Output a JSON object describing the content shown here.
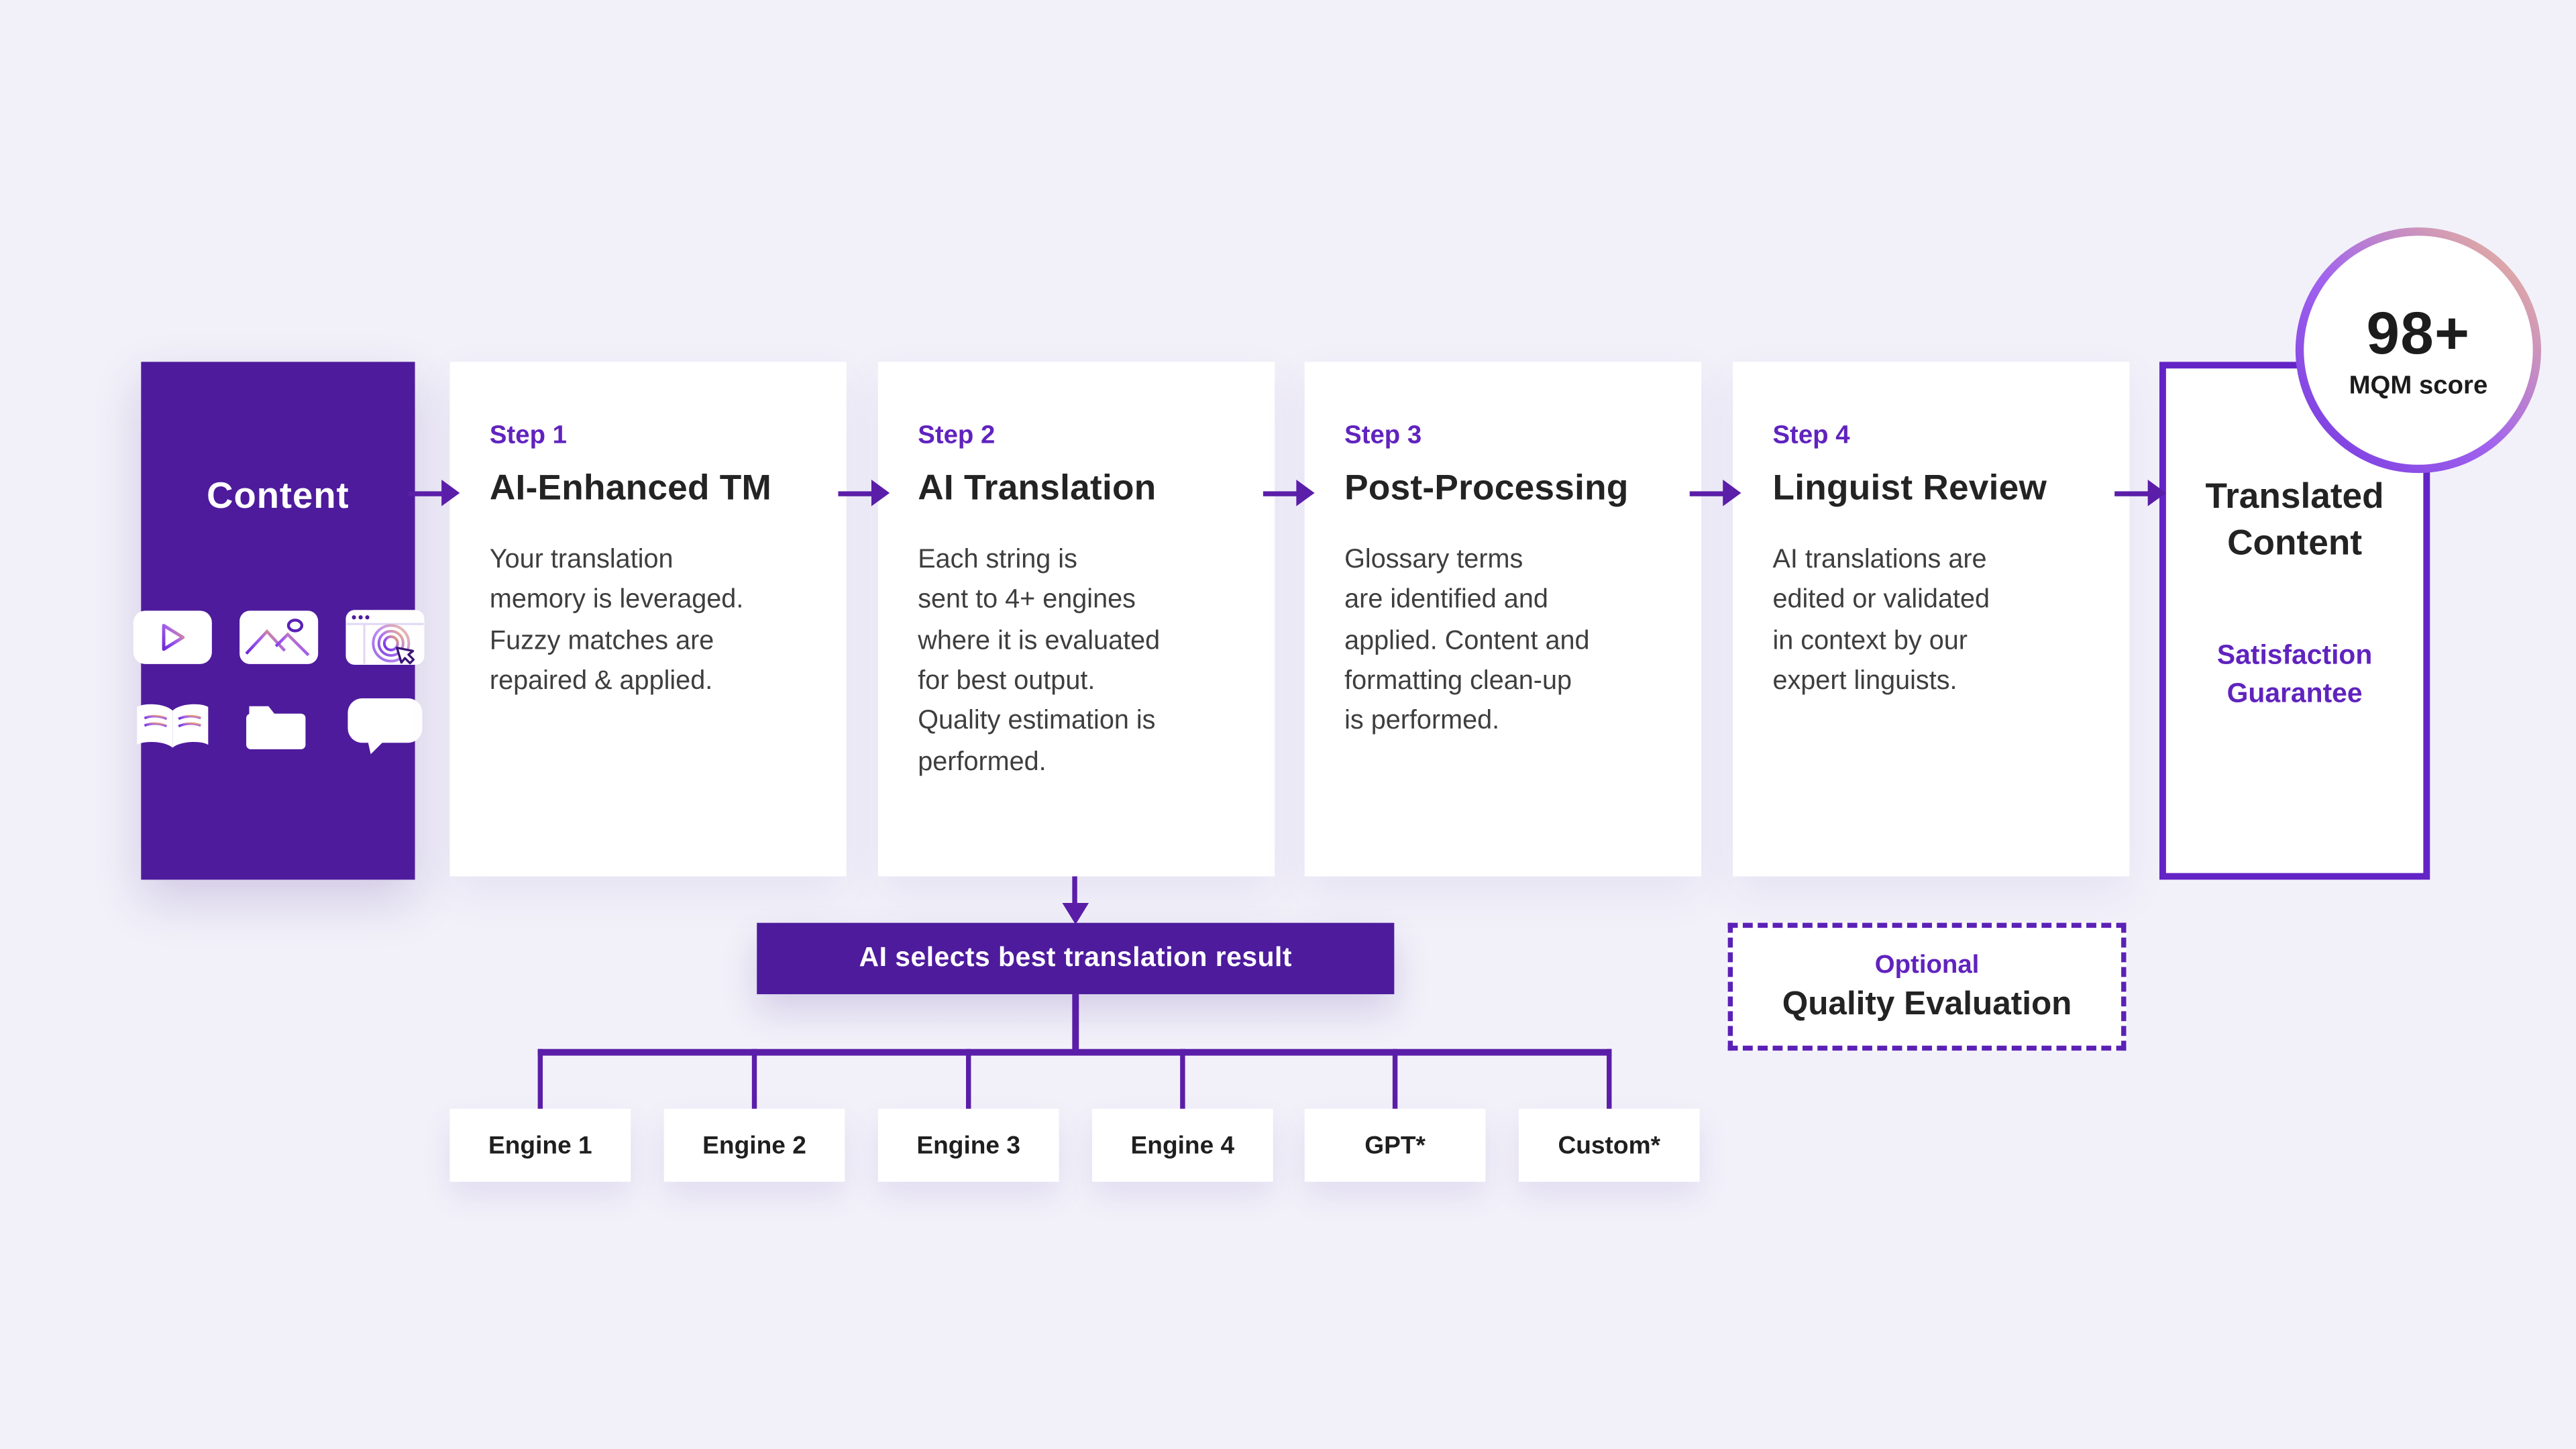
{
  "colors": {
    "background": "#F2F1F9",
    "panel_purple": "#4E1B9D",
    "line_purple": "#5B1EA8",
    "accent_purple": "#6023BE",
    "result_border_purple": "#6324C6",
    "badge_gradient_start": "#7436DC",
    "badge_gradient_end": "#F2BF8F",
    "card_white": "#FFFFFF",
    "title_text": "#232323",
    "body_text": "#3E3E3E"
  },
  "content_box": {
    "title": "Content",
    "icons": [
      {
        "name": "video-icon"
      },
      {
        "name": "image-icon"
      },
      {
        "name": "interactive-web-icon"
      },
      {
        "name": "open-book-icon"
      },
      {
        "name": "documents-folder-icon"
      },
      {
        "name": "voice-message-icon"
      }
    ]
  },
  "steps": [
    {
      "label": "Step 1",
      "title": "AI-Enhanced TM",
      "body": "Your translation\nmemory is leveraged.\nFuzzy matches are\nrepaired & applied."
    },
    {
      "label": "Step 2",
      "title": "AI Translation",
      "body": "Each string is\nsent to 4+ engines\nwhere it is evaluated\nfor best output.\nQuality estimation is\nperformed."
    },
    {
      "label": "Step 3",
      "title": "Post-Processing",
      "body": "Glossary terms\nare identified and\napplied. Content and\nformatting clean-up\nis performed."
    },
    {
      "label": "Step 4",
      "title": "Linguist Review",
      "body": "AI translations are\nedited or validated\nin context by our\nexpert linguists."
    }
  ],
  "flow": {
    "selector_label": "AI selects best translation result"
  },
  "engines": [
    {
      "label": "Engine 1"
    },
    {
      "label": "Engine 2"
    },
    {
      "label": "Engine 3"
    },
    {
      "label": "Engine 4"
    },
    {
      "label": "GPT*"
    },
    {
      "label": "Custom*"
    }
  ],
  "optional": {
    "label": "Optional",
    "title": "Quality Evaluation"
  },
  "result": {
    "title": "Translated\nContent",
    "subtitle": "Satisfaction\nGuarantee"
  },
  "badge": {
    "score": "98+",
    "label": "MQM score"
  }
}
